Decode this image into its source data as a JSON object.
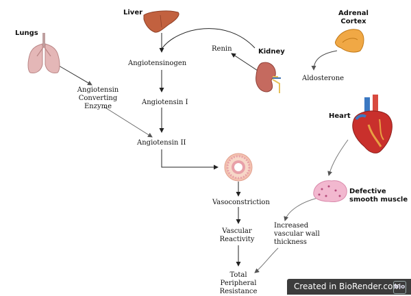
{
  "labels": {
    "liver": "Liver",
    "lungs": "Lungs",
    "adrenal": "Adrenal\nCortex",
    "kidney": "Kidney",
    "heart": "Heart",
    "renin": "Renin",
    "angiotensinogen": "Angiotensinogen",
    "ace": "Angiotensin\nConverting\nEnzyme",
    "angiotensin_i": "Angiotensin I",
    "angiotensin_ii": "Angiotensin II",
    "aldosterone": "Aldosterone",
    "vasoconstriction": "Vasoconstriction",
    "vascular_reactivity": "Vascular\nReactivity",
    "increased_wall": "Increased\nvascular wall\nthickness",
    "defective_muscle": "Defective\nsmooth muscle",
    "tpr": "Total\nPeripheral\nResistance"
  },
  "badge": {
    "text": "Created in BioRender.com",
    "logo": "bio"
  },
  "icons": [
    "liver-icon",
    "lungs-icon",
    "adrenal-gland-icon",
    "kidney-icon",
    "heart-icon",
    "vessel-cross-section-icon",
    "smooth-muscle-icon"
  ],
  "colors": {
    "liver": "#c2613f",
    "lungs": "#e4b7b7",
    "adrenal": "#f0a845",
    "kidney": "#c56a5f",
    "heart": "#c9302c",
    "vessel": "#e8a0a8",
    "muscle": "#f2b8cf",
    "badge_bg": "#3c3c3c"
  }
}
